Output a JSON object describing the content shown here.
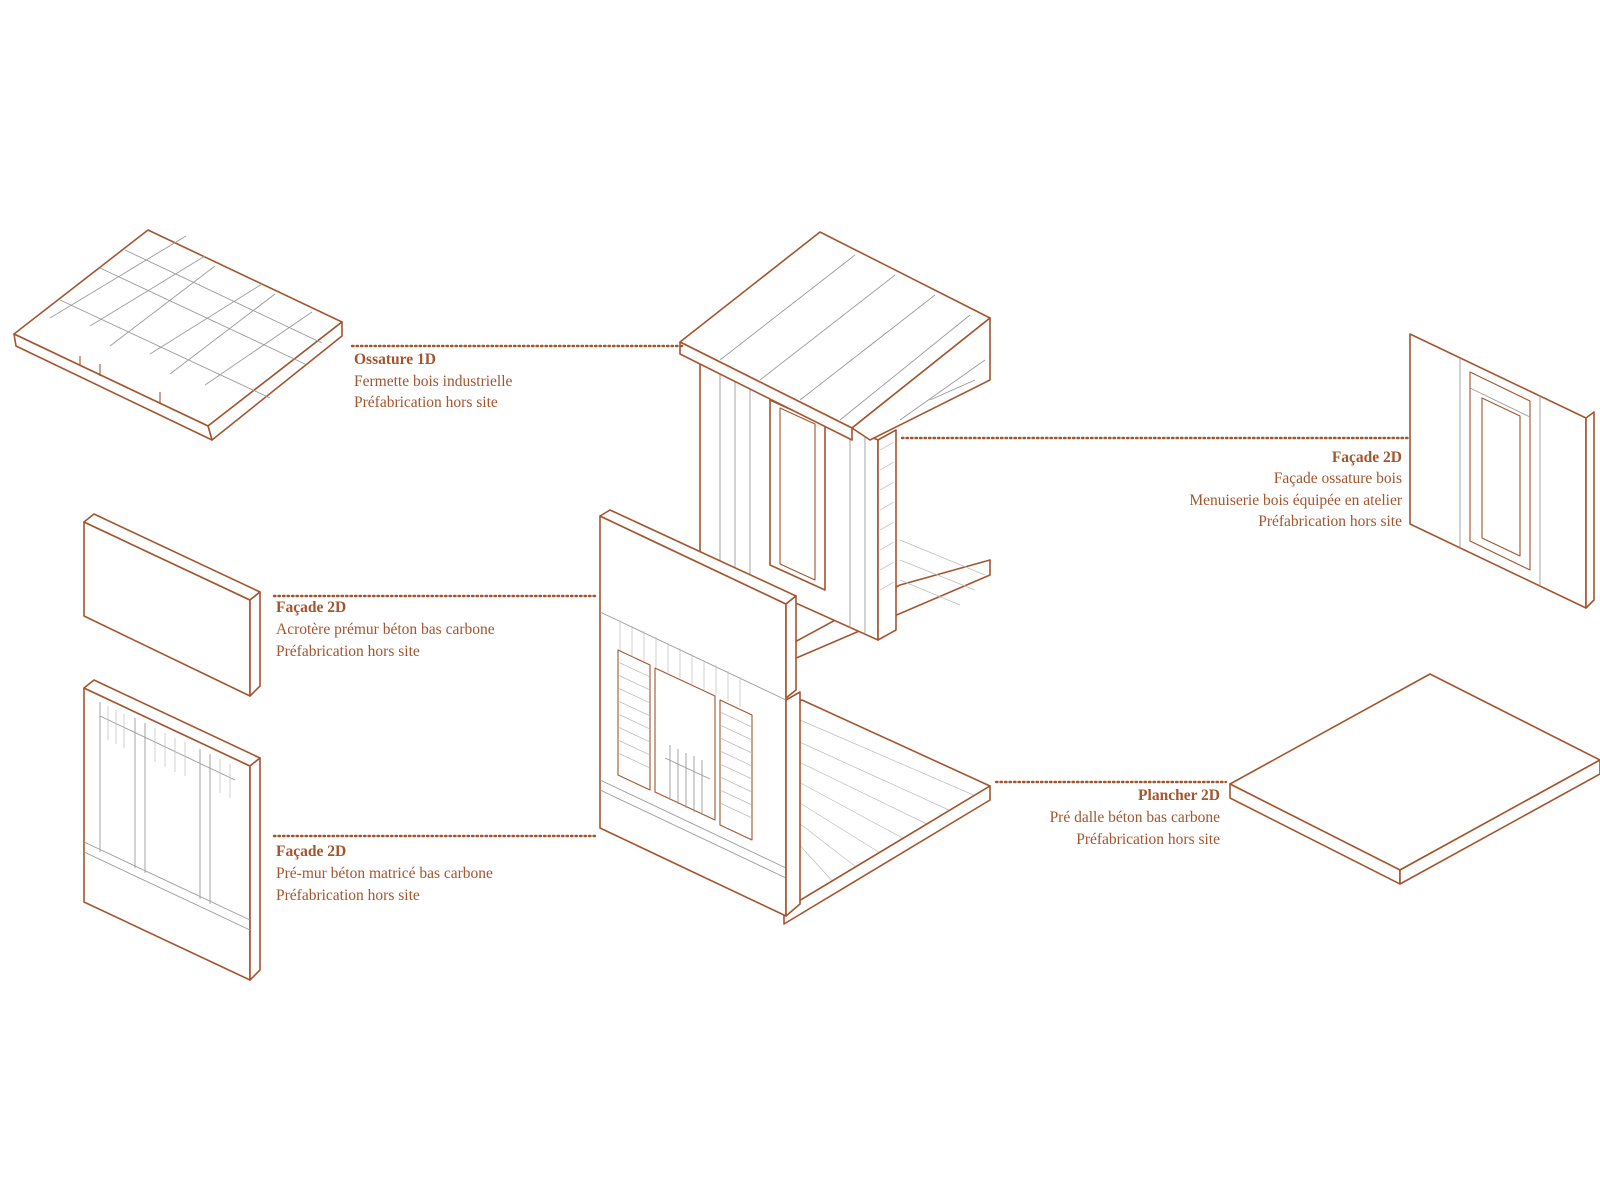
{
  "colors": {
    "accent": "#a3552e",
    "line_grey": "#9a9a9a",
    "background": "#ffffff"
  },
  "labels": {
    "ossature": {
      "title": "Ossature 1D",
      "line1": "Fermette bois industrielle",
      "line2": "Préfabrication hors site"
    },
    "facade_acrotere": {
      "title": "Façade 2D",
      "line1": "Acrotère prémur béton bas carbone",
      "line2": "Préfabrication hors site"
    },
    "facade_premur": {
      "title": "Façade 2D",
      "line1": "Pré-mur béton matricé bas carbone",
      "line2": "Préfabrication hors site"
    },
    "facade_bois": {
      "title": "Façade 2D",
      "line1": "Façade ossature bois",
      "line2": "Menuiserie bois équipée en atelier",
      "line3": "Préfabrication hors site"
    },
    "plancher": {
      "title": "Plancher 2D",
      "line1": "Pré dalle béton bas carbone",
      "line2": "Préfabrication hors site"
    }
  }
}
